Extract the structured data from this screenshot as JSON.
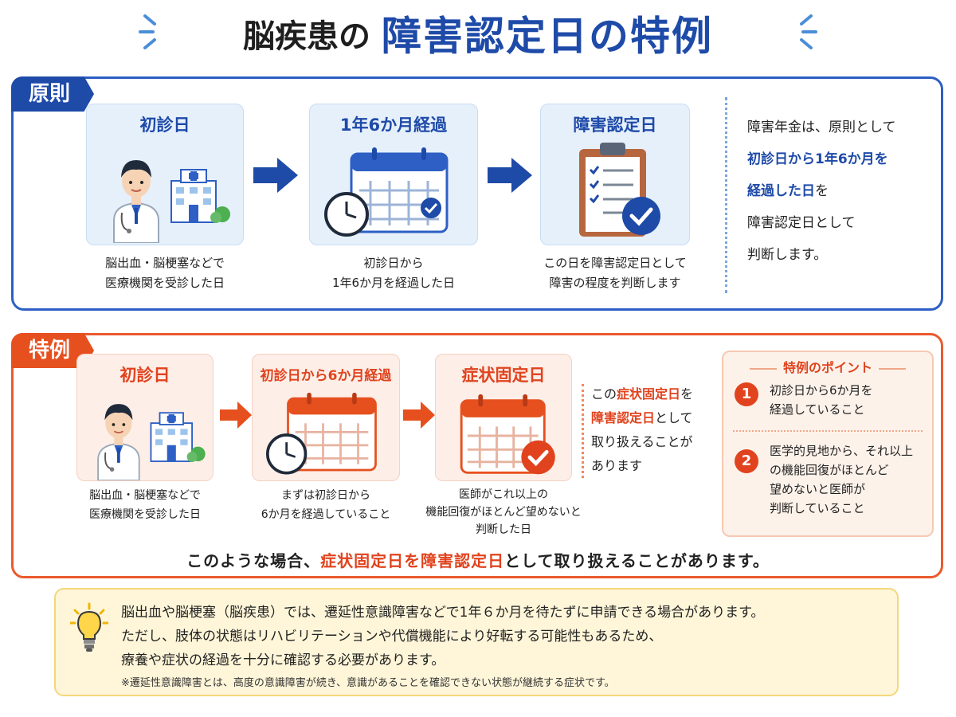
{
  "title": {
    "part1": "脳疾患の",
    "part2": "障害認定日の特例"
  },
  "principle": {
    "label": "原則",
    "steps": [
      {
        "title": "初診日",
        "caption1": "脳出血・脳梗塞などで",
        "caption2": "医療機関を受診した日"
      },
      {
        "title": "1年6か月経過",
        "caption1": "初診日から",
        "caption2": "1年6か月を経過した日"
      },
      {
        "title": "障害認定日",
        "caption1": "この日を障害認定日として",
        "caption2": "障害の程度を判断します"
      }
    ],
    "side": {
      "line1": "障害年金は、原則として",
      "line2": "初診日から1年6か月を",
      "line3_hl": "経過した日",
      "line3_rest": "を",
      "line4": "障害認定日として",
      "line5": "判断します。"
    }
  },
  "exception": {
    "label": "特例",
    "steps": [
      {
        "title": "初診日",
        "caption1": "脳出血・脳梗塞などで",
        "caption2": "医療機関を受診した日"
      },
      {
        "title": "初診日から6か月経過",
        "caption1": "まずは初診日から",
        "caption2": "6か月を経過していること"
      },
      {
        "title": "症状固定日",
        "caption1": "医師がこれ以上の",
        "caption2": "機能回復がほとんど望めないと",
        "caption3": "判断した日"
      }
    ],
    "side": {
      "pre": "この",
      "hl1": "症状固定日",
      "post1": "を",
      "hl2": "障害認定日",
      "post2": "として",
      "line3": "取り扱えることが",
      "line4": "あります"
    },
    "points": {
      "title": "特例のポイント",
      "items": [
        {
          "num": "1",
          "line1": "初診日から6か月を",
          "line2": "経過していること"
        },
        {
          "num": "2",
          "line1": "医学的見地から、それ以上",
          "line2": "の機能回復がほとんど",
          "line3": "望めないと医師が",
          "line4": "判断していること"
        }
      ]
    },
    "summary": {
      "pre": "このような場合、",
      "hl": "症状固定日を障害認定日",
      "post": "として取り扱えることがあります。"
    }
  },
  "note": {
    "line1": "脳出血や脳梗塞（脳疾患）では、遷延性意識障害などで1年６か月を待たずに申請できる場合があります。",
    "line2": "ただし、肢体の状態はリハビリテーションや代償機能により好転する可能性もあるため、",
    "line3": "療養や症状の経過を十分に確認する必要があります。",
    "footnote": "※遷延性意識障害とは、高度の意識障害が続き、意識があることを確認できない状態が継続する症状です。"
  },
  "colors": {
    "blue": "#1e4aa8",
    "red": "#e0431e",
    "note_bg": "#fff6d9"
  }
}
